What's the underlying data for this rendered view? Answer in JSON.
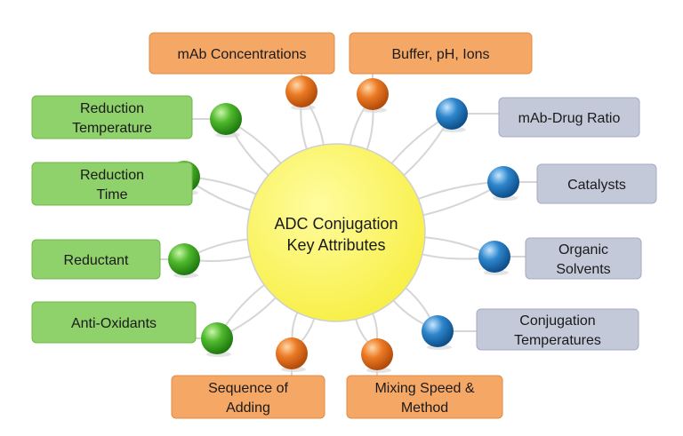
{
  "center": {
    "line1": "ADC Conjugation",
    "line2": "Key Attributes"
  },
  "colors": {
    "green": "#8fd16a",
    "green_border": "#6fb84a",
    "orange": "#f5a866",
    "orange_border": "#e08b45",
    "blue_gray": "#c3c9d9",
    "blue_gray_border": "#a4abc0",
    "center_fill": "#fbf55a",
    "center_stroke": "#c9c9c9",
    "spoke": "#d6d6d6",
    "ball_green": "#4fb82c",
    "ball_orange": "#ec7a24",
    "ball_blue": "#2e86cc"
  },
  "attributes": {
    "green": [
      {
        "lines": [
          "Reduction",
          "Temperature"
        ]
      },
      {
        "lines": [
          "Reduction",
          "Time"
        ]
      },
      {
        "lines": [
          "Reductant"
        ]
      },
      {
        "lines": [
          "Anti-Oxidants"
        ]
      }
    ],
    "orange_top": [
      {
        "lines": [
          "mAb Concentrations"
        ]
      },
      {
        "lines": [
          "Buffer, pH, Ions"
        ]
      }
    ],
    "orange_bottom": [
      {
        "lines": [
          "Sequence of",
          "Adding"
        ]
      },
      {
        "lines": [
          "Mixing Speed &",
          "Method"
        ]
      }
    ],
    "blue": [
      {
        "lines": [
          "mAb-Drug Ratio"
        ]
      },
      {
        "lines": [
          "Catalysts"
        ]
      },
      {
        "lines": [
          "Organic",
          "Solvents"
        ]
      },
      {
        "lines": [
          "Conjugation",
          "Temperatures"
        ]
      }
    ]
  }
}
